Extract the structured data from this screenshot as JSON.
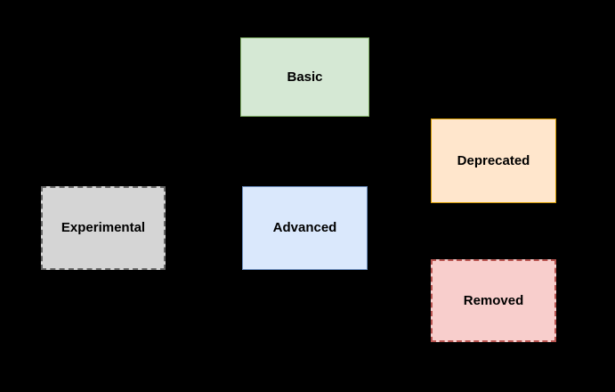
{
  "diagram": {
    "background_color": "#000000",
    "text_color": "#000000",
    "nodes": [
      {
        "id": "basic",
        "label": "Basic",
        "fill": "#d5e8d4",
        "border": "#82b366",
        "border_style": "solid"
      },
      {
        "id": "deprecated",
        "label": "Deprecated",
        "fill": "#ffe6cc",
        "border": "#d79b00",
        "border_style": "solid"
      },
      {
        "id": "experimental",
        "label": "Experimental",
        "fill": "#d5d5d5",
        "border": "#666666",
        "border_style": "dashed"
      },
      {
        "id": "advanced",
        "label": "Advanced",
        "fill": "#dae8fc",
        "border": "#6c8ebf",
        "border_style": "solid"
      },
      {
        "id": "removed",
        "label": "Removed",
        "fill": "#f8cecc",
        "border": "#b85450",
        "border_style": "dashed"
      }
    ]
  }
}
